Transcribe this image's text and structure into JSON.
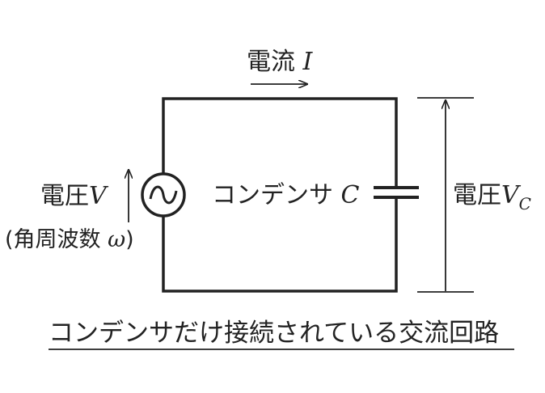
{
  "current_label": {
    "text": "電流",
    "symbol": "I"
  },
  "source_label": {
    "text": "電圧",
    "symbol": "V",
    "note_open": "(",
    "note_text": "角周波数 ",
    "note_symbol": "ω",
    "note_close": ")"
  },
  "capacitor_label": {
    "text": "コンデンサ",
    "symbol": "C"
  },
  "capacitor_voltage_label": {
    "text": "電圧",
    "symbol": "V",
    "subscript": "C"
  },
  "caption": "コンデンサだけ接続されている交流回路",
  "colors": {
    "line": "#222222",
    "background": "#ffffff"
  }
}
